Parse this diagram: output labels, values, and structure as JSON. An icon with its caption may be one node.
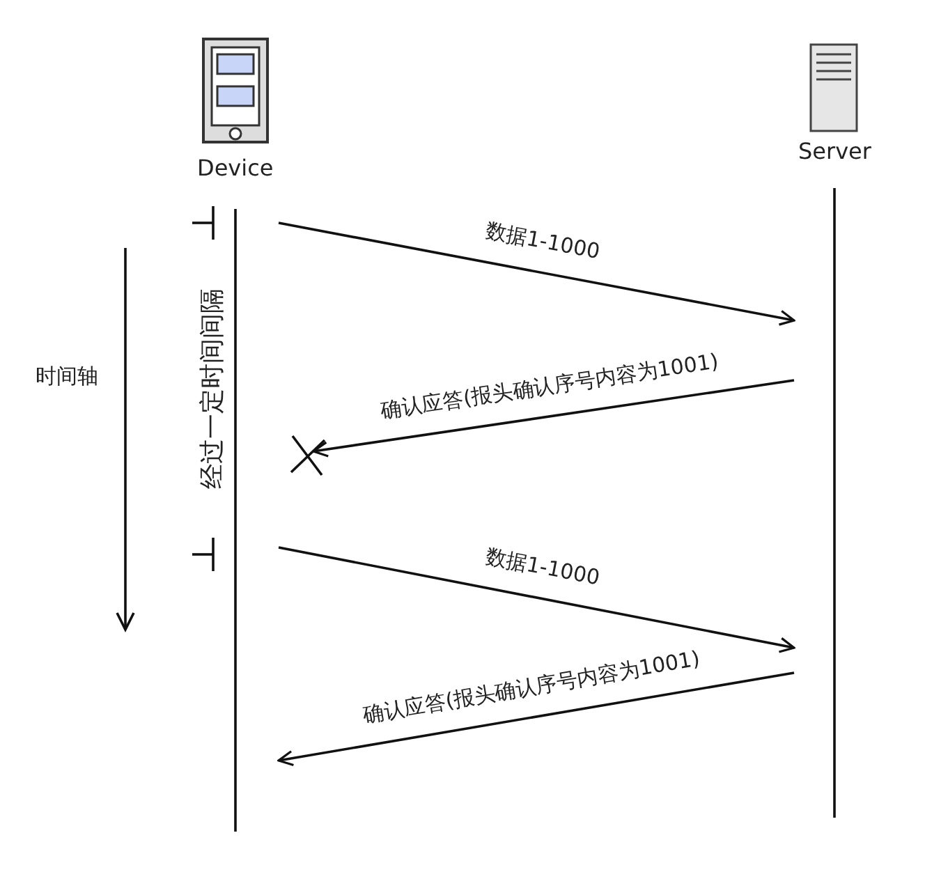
{
  "diagram": {
    "nodes": [
      {
        "text": [
          "Device"
        ]
      },
      {
        "text": [
          "Server"
        ]
      },
      {
        "text": [],
        "shape": "cross"
      }
    ],
    "edges": [
      {
        "from": 0,
        "to": 1,
        "arrow": "to",
        "label": "数据1-1000"
      },
      {
        "from": 1,
        "to": 2,
        "arrow": "to",
        "label": "确认应答(报头确认序号内容为1001)"
      },
      {
        "from": 0,
        "to": 1,
        "arrow": "to",
        "label": "数据1-1000"
      },
      {
        "from": 1,
        "to": 0,
        "arrow": "to",
        "label": "确认应答(报头确认序号内容为1001)"
      }
    ],
    "labels": [
      "时间轴",
      "经过一定时间间隔"
    ]
  }
}
